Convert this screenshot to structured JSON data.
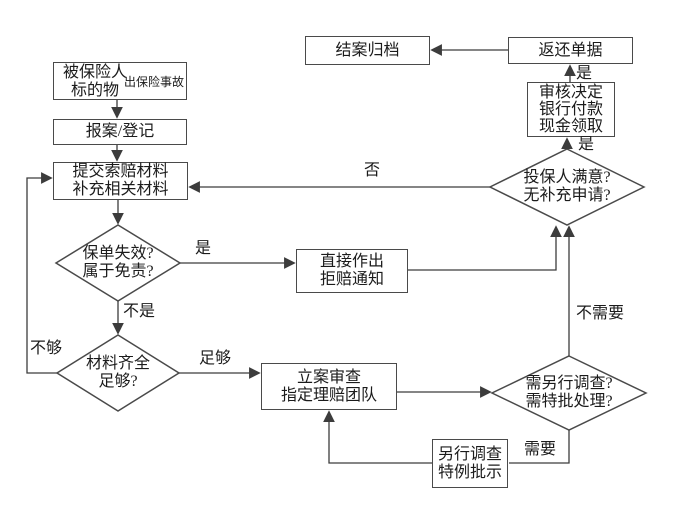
{
  "flowchart": {
    "nodes": {
      "insured": {
        "main": "被保险人\n标的物",
        "side_note": "出保险事故"
      },
      "report": {
        "text": "报案/登记"
      },
      "submit": {
        "text": "提交索赔材料\n补充相关材料"
      },
      "policy_invalid": {
        "text": "保单失效?\n属于免责?"
      },
      "materials_complete": {
        "text": "材料齐全\n足够?"
      },
      "reject_notice": {
        "text": "直接作出\n拒赔通知"
      },
      "case_review": {
        "text": "立案审查\n指定理赔团队"
      },
      "need_investigation": {
        "text": "需另行调查?\n需特批处理?"
      },
      "special_investigation": {
        "text": "另行调查\n特例批示"
      },
      "applicant_satisfied": {
        "text": "投保人满意?\n无补充申请?"
      },
      "audit_payment": {
        "text": "审核决定\n银行付款\n现金领取"
      },
      "return_documents": {
        "text": "返还单据"
      },
      "close_archive": {
        "text": "结案归档"
      }
    },
    "edge_labels": {
      "policy_yes": "是",
      "policy_no": "不是",
      "materials_insufficient": "不够",
      "materials_sufficient": "足够",
      "investigation_need": "需要",
      "investigation_no_need": "不需要",
      "satisfied_no": "否",
      "satisfied_yes": "是",
      "audit_approved": "是"
    },
    "colors": {
      "line": "#3c3c3c",
      "border": "#4a4a4a",
      "text": "#1b1b1b",
      "background": "#ffffff"
    }
  }
}
